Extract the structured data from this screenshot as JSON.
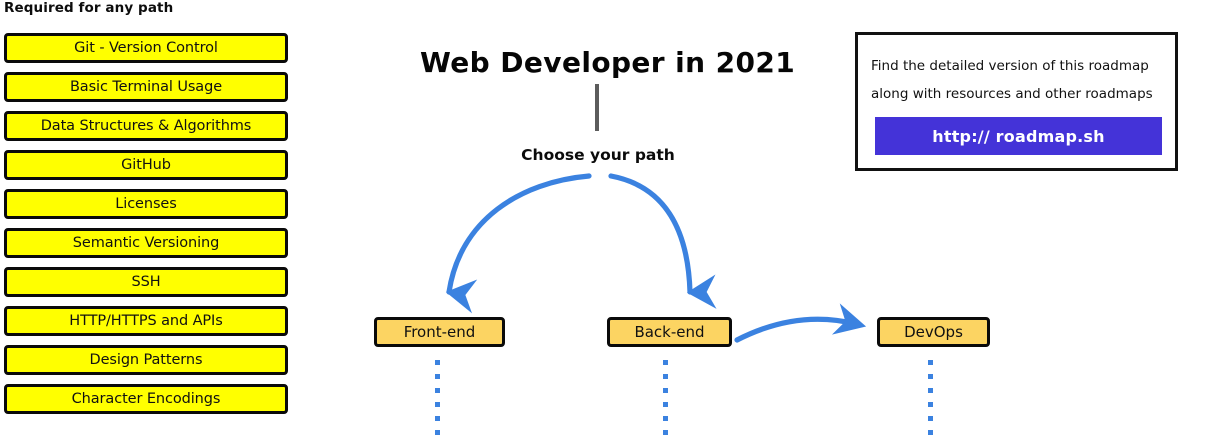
{
  "colors": {
    "required_box_fill": "#ffff00",
    "required_box_border": "#0a0a0a",
    "path_box_fill": "#fcd462",
    "path_box_border": "#0a0a0a",
    "arrow_blue": "#3b82e0",
    "link_button_purple": "#4433d8",
    "stem_gray": "#5c5c5c",
    "text_black": "#111111",
    "page_background": "#ffffff"
  },
  "required_section": {
    "heading": "Required for any path",
    "items": [
      {
        "label": "Git - Version Control"
      },
      {
        "label": "Basic Terminal Usage"
      },
      {
        "label": "Data Structures & Algorithms"
      },
      {
        "label": "GitHub"
      },
      {
        "label": "Licenses"
      },
      {
        "label": "Semantic Versioning"
      },
      {
        "label": "SSH"
      },
      {
        "label": "HTTP/HTTPS and APIs"
      },
      {
        "label": "Design Patterns"
      },
      {
        "label": "Character Encodings"
      }
    ]
  },
  "center": {
    "title": "Web Developer in 2021",
    "choose_path_label": "Choose your path",
    "paths": [
      {
        "label": "Front-end"
      },
      {
        "label": "Back-end"
      },
      {
        "label": "DevOps"
      }
    ]
  },
  "info_card": {
    "line_1": "Find the detailed version of this roadmap",
    "line_2": "along with resources and other roadmaps",
    "link_label": "http:// roadmap.sh"
  }
}
